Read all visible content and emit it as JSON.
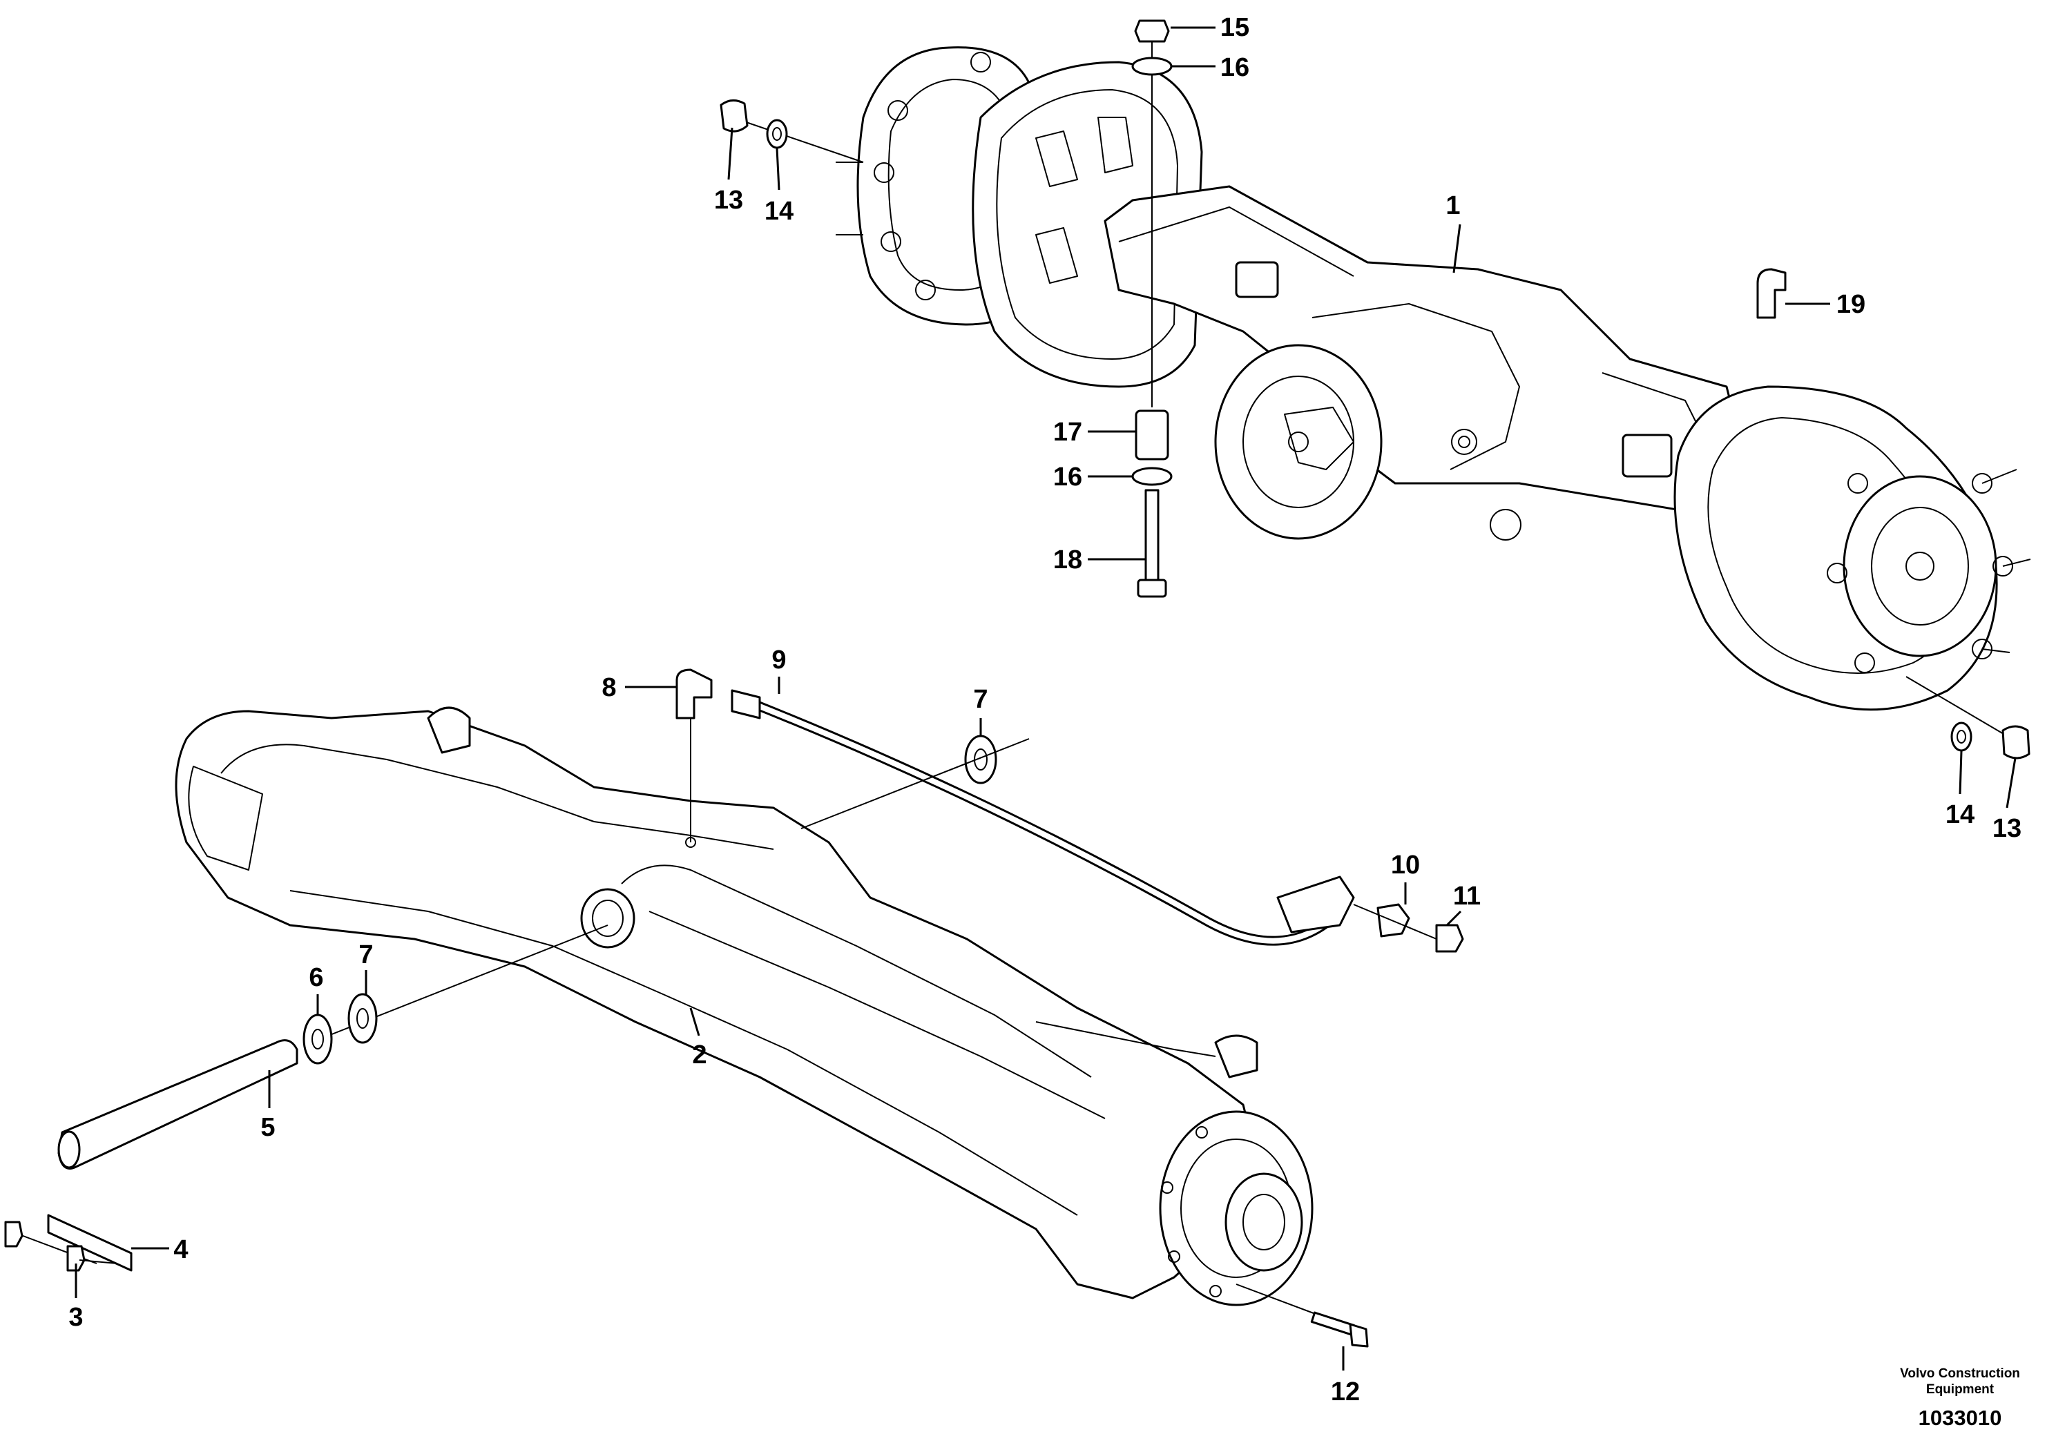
{
  "diagram": {
    "callouts": [
      {
        "id": "c1",
        "text": "1"
      },
      {
        "id": "c2",
        "text": "2"
      },
      {
        "id": "c3",
        "text": "3"
      },
      {
        "id": "c4",
        "text": "4"
      },
      {
        "id": "c5",
        "text": "5"
      },
      {
        "id": "c6",
        "text": "6"
      },
      {
        "id": "c7a",
        "text": "7"
      },
      {
        "id": "c7b",
        "text": "7"
      },
      {
        "id": "c8",
        "text": "8"
      },
      {
        "id": "c9",
        "text": "9"
      },
      {
        "id": "c10",
        "text": "10"
      },
      {
        "id": "c11",
        "text": "11"
      },
      {
        "id": "c12",
        "text": "12"
      },
      {
        "id": "c13a",
        "text": "13"
      },
      {
        "id": "c13b",
        "text": "13"
      },
      {
        "id": "c14a",
        "text": "14"
      },
      {
        "id": "c14b",
        "text": "14"
      },
      {
        "id": "c15",
        "text": "15"
      },
      {
        "id": "c16a",
        "text": "16"
      },
      {
        "id": "c16b",
        "text": "16"
      },
      {
        "id": "c17",
        "text": "17"
      },
      {
        "id": "c18",
        "text": "18"
      },
      {
        "id": "c19",
        "text": "19"
      }
    ]
  },
  "brand": {
    "line1": "Volvo Construction",
    "line2": "Equipment",
    "drawing_number": "1033010"
  }
}
